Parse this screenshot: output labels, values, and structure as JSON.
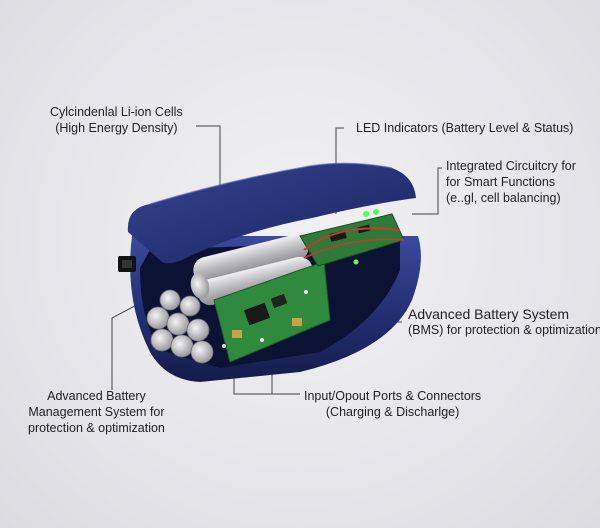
{
  "labels": {
    "cells": [
      "Cylcindenlal Li-ion Cells",
      "(High Energy Density)"
    ],
    "led": [
      "LED Indicators (Battery Level & Status)"
    ],
    "circuitry": [
      "Integrated Circuitcry for",
      "for Smart Functions",
      "(e..gl, cell balancing)"
    ],
    "bms_right": [
      "Advanced Battery System",
      "(BMS) for protection & optimization"
    ],
    "bms_left": [
      "Advanced Battery",
      "Management System for",
      "protection & optimization"
    ],
    "ports": [
      "Input/Opout Ports & Connectors",
      "(Charging & Discharlge)"
    ]
  },
  "colors": {
    "casing": "#1f2a63",
    "casing_highlight": "#3a4a9a",
    "pcb": "#2f8a3e",
    "cell": "#c9c9cc"
  }
}
